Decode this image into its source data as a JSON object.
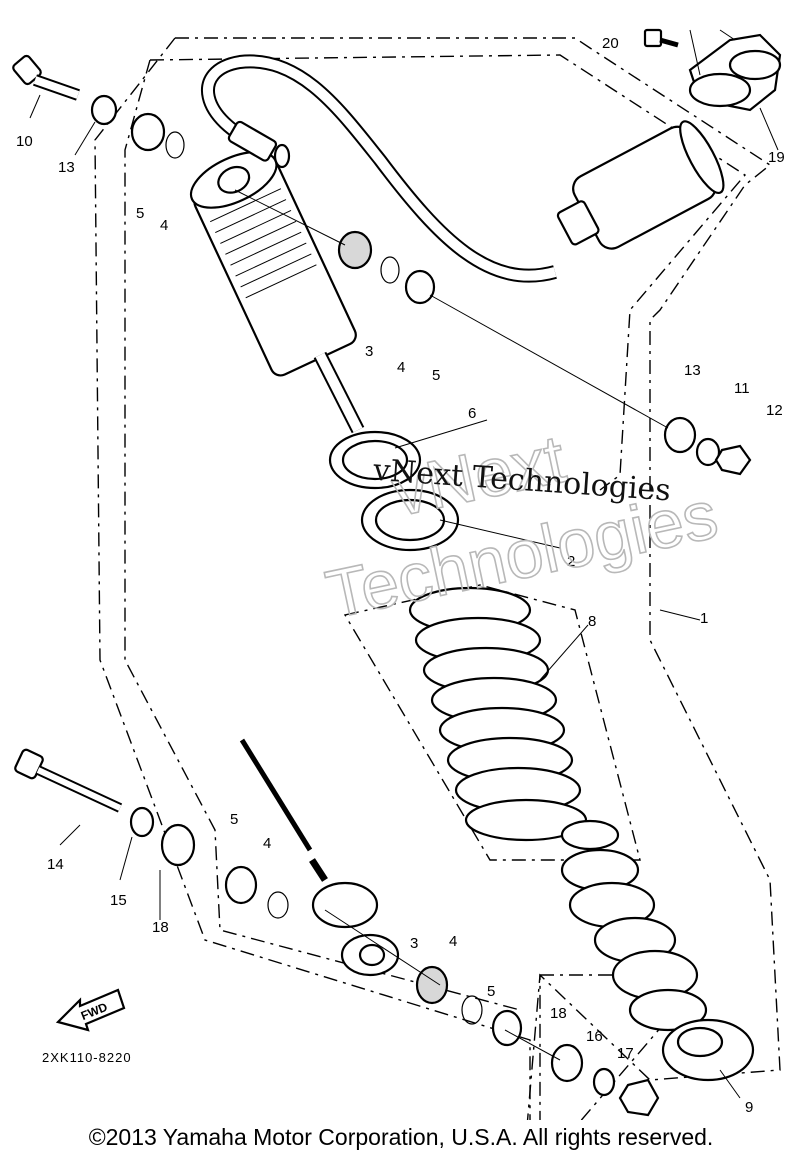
{
  "labels": {
    "l1": "1",
    "l2": "2",
    "l3a": "3",
    "l3b": "3",
    "l4a": "4",
    "l4b": "4",
    "l4c": "4",
    "l4d": "4",
    "l5a": "5",
    "l5b": "5",
    "l5c": "5",
    "l5d": "5",
    "l6": "6",
    "l8": "8",
    "l9": "9",
    "l10": "10",
    "l11": "11",
    "l12": "12",
    "l13a": "13",
    "l13b": "13",
    "l14": "14",
    "l15": "15",
    "l16": "16",
    "l17": "17",
    "l18a": "18",
    "l18b": "18",
    "l19": "19",
    "l20": "20"
  },
  "fwd_label": "FWD",
  "diagram_code": "2XK110-8220",
  "watermark": {
    "outline_line1": "vNext",
    "outline_line2": "Technologies",
    "overlay": "vNext Technologies"
  },
  "copyright": "©2013 Yamaha Motor Corporation, U.S.A. All rights reserved."
}
